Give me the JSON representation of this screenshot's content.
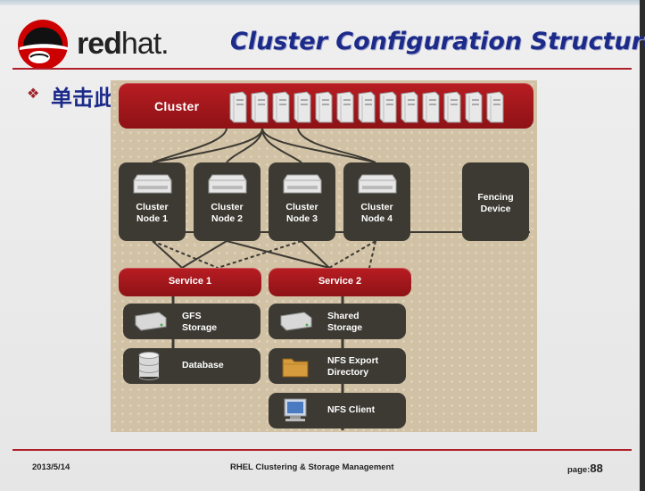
{
  "header": {
    "logo_text_bold": "red",
    "logo_text_light": "hat.",
    "title": "Cluster Configuration Structure"
  },
  "bullet": {
    "text": "单击此"
  },
  "diagram": {
    "cluster_label": "Cluster",
    "nodes": [
      {
        "line1": "Cluster",
        "line2": "Node 1"
      },
      {
        "line1": "Cluster",
        "line2": "Node 2"
      },
      {
        "line1": "Cluster",
        "line2": "Node 3"
      },
      {
        "line1": "Cluster",
        "line2": "Node 4"
      }
    ],
    "fencing": {
      "line1": "Fencing",
      "line2": "Device"
    },
    "services": [
      "Service 1",
      "Service 2"
    ],
    "service1_resources": [
      {
        "line1": "GFS",
        "line2": "Storage",
        "icon": "disk-icon"
      },
      {
        "line1": "Database",
        "line2": "",
        "icon": "database-icon"
      }
    ],
    "service2_resources": [
      {
        "line1": "Shared",
        "line2": "Storage",
        "icon": "disk-icon"
      },
      {
        "line1": "NFS Export",
        "line2": "Directory",
        "icon": "folder-icon"
      },
      {
        "line1": "NFS Client",
        "line2": "",
        "icon": "monitor-icon"
      }
    ],
    "colors": {
      "red": "#a3171c",
      "dark": "#3c3a33",
      "background": "#d2c2a5"
    }
  },
  "footer": {
    "date": "2013/5/14",
    "center": "RHEL Clustering & Storage Management",
    "page_label": "page:",
    "page_number": "88"
  }
}
